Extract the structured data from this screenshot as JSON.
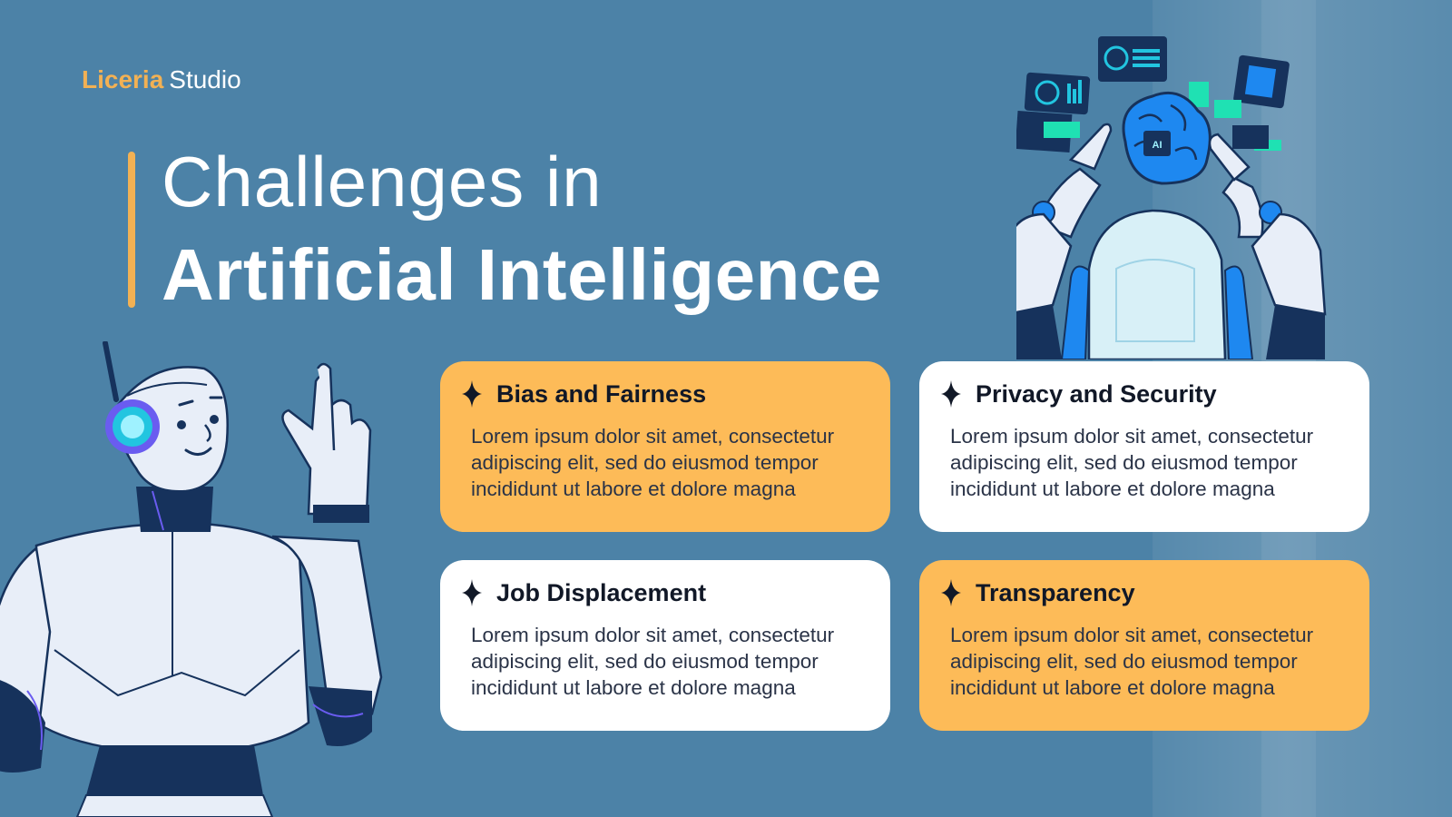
{
  "brand": {
    "accent": "Liceria",
    "rest": "Studio"
  },
  "title": {
    "line1": "Challenges in",
    "line2": "Artificial Intelligence"
  },
  "colors": {
    "background": "#4c82a7",
    "accent": "#f2b154",
    "card_orange": "#fdbb58",
    "card_white": "#ffffff"
  },
  "cards": [
    {
      "title": "Bias and Fairness",
      "body": "Lorem ipsum dolor sit amet, consectetur adipiscing elit, sed do eiusmod tempor incididunt ut labore et dolore magna",
      "style": "orange",
      "icon": "sparkle-icon"
    },
    {
      "title": "Privacy and Security",
      "body": "Lorem ipsum dolor sit amet, consectetur adipiscing elit, sed do eiusmod tempor incididunt ut labore et dolore magna",
      "style": "white",
      "icon": "sparkle-icon"
    },
    {
      "title": "Job Displacement",
      "body": "Lorem ipsum dolor sit amet, consectetur adipiscing elit, sed do eiusmod tempor incididunt ut labore et dolore magna",
      "style": "white",
      "icon": "sparkle-icon"
    },
    {
      "title": "Transparency",
      "body": "Lorem ipsum dolor sit amet, consectetur adipiscing elit, sed do eiusmod tempor incididunt ut labore et dolore magna",
      "style": "orange",
      "icon": "sparkle-icon"
    }
  ],
  "illustrations": {
    "left": "robot-pointing-illustration",
    "right": "robot-ai-brain-illustration",
    "brain_label": "AI"
  }
}
